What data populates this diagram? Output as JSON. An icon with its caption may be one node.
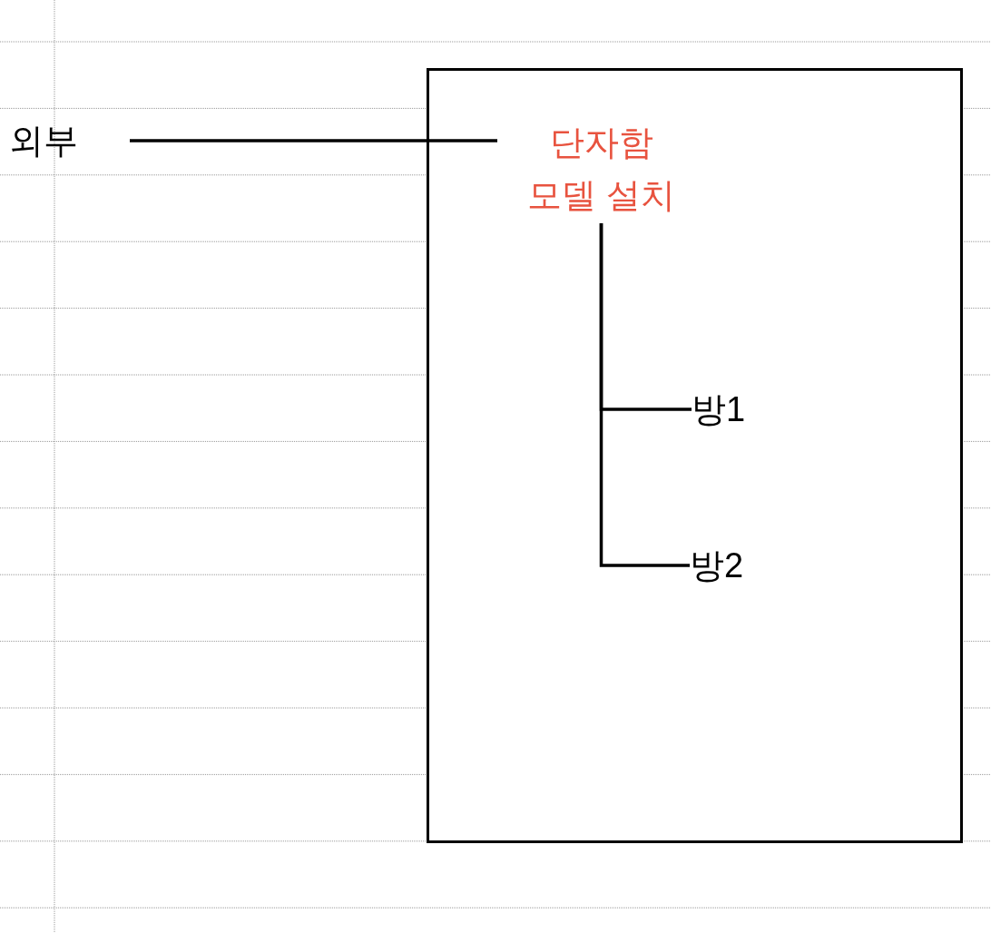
{
  "diagram": {
    "nodes": [
      {
        "text": [],
        "shape": "box"
      },
      {
        "text": [
          "외부"
        ]
      },
      {
        "text": [
          "단자함 모델 설치"
        ],
        "in": 0
      },
      {
        "text": [
          "방1"
        ],
        "in": 0
      },
      {
        "text": [
          "방2"
        ],
        "in": 0
      }
    ],
    "edges": [
      {
        "from": 1,
        "to": 2,
        "arrow": "none"
      },
      {
        "from": 2,
        "to": 3,
        "arrow": "none"
      },
      {
        "from": 2,
        "to": 4,
        "arrow": "none"
      }
    ]
  }
}
